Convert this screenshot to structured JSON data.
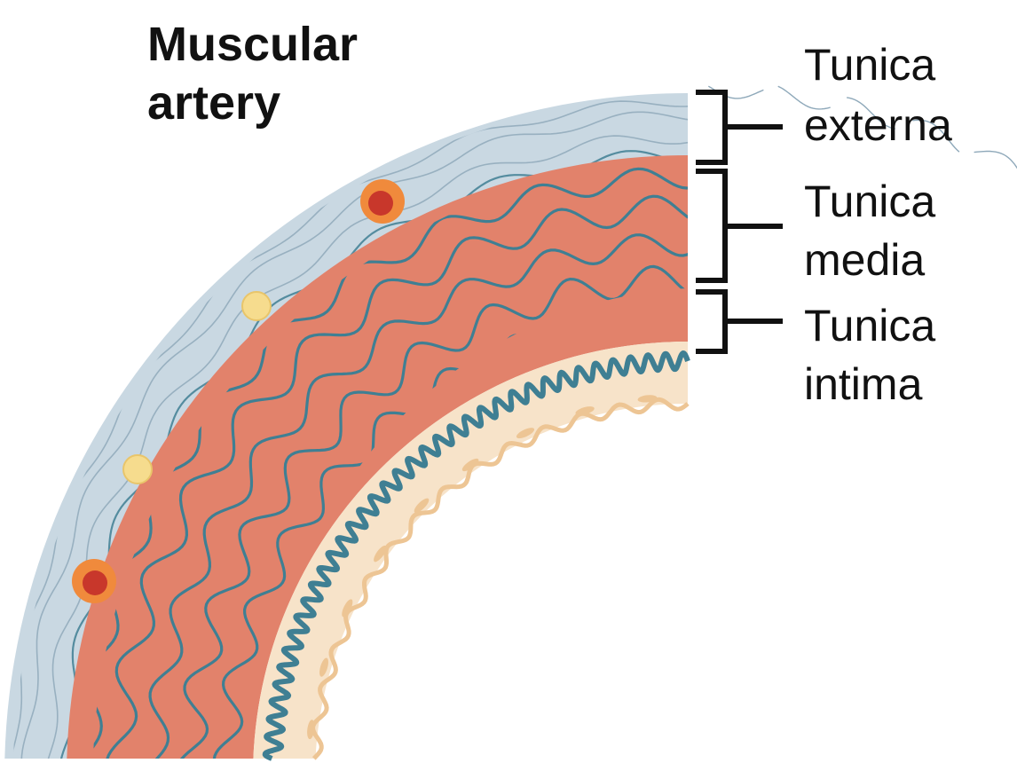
{
  "title": {
    "line1": "Muscular",
    "line2": "artery"
  },
  "layers": [
    {
      "key": "externa",
      "line1": "Tunica",
      "line2": "externa",
      "color": "#c9d8e2"
    },
    {
      "key": "media",
      "line1": "Tunica",
      "line2": "media",
      "color": "#e2826b"
    },
    {
      "key": "intima",
      "line1": "Tunica",
      "line2": "intima",
      "color": "#f7e3c9"
    }
  ],
  "colors": {
    "externa_fill": "#c9d8e2",
    "externa_fiber": "#8fa9ba",
    "media_fill": "#e2826b",
    "media_cell_edge": "#b8533f",
    "media_nucleus": "#c9473a",
    "elastic_lamina": "#3f7f93",
    "intima_fill": "#f7e3c9",
    "intima_edge": "#edc594",
    "bracket": "#111111",
    "cell_orange": "#f08a3c",
    "cell_orange_core": "#c8372b",
    "cell_yellow": "#f6dc8e"
  },
  "icons": [
    "red-cell-icon",
    "fat-cell-icon"
  ]
}
